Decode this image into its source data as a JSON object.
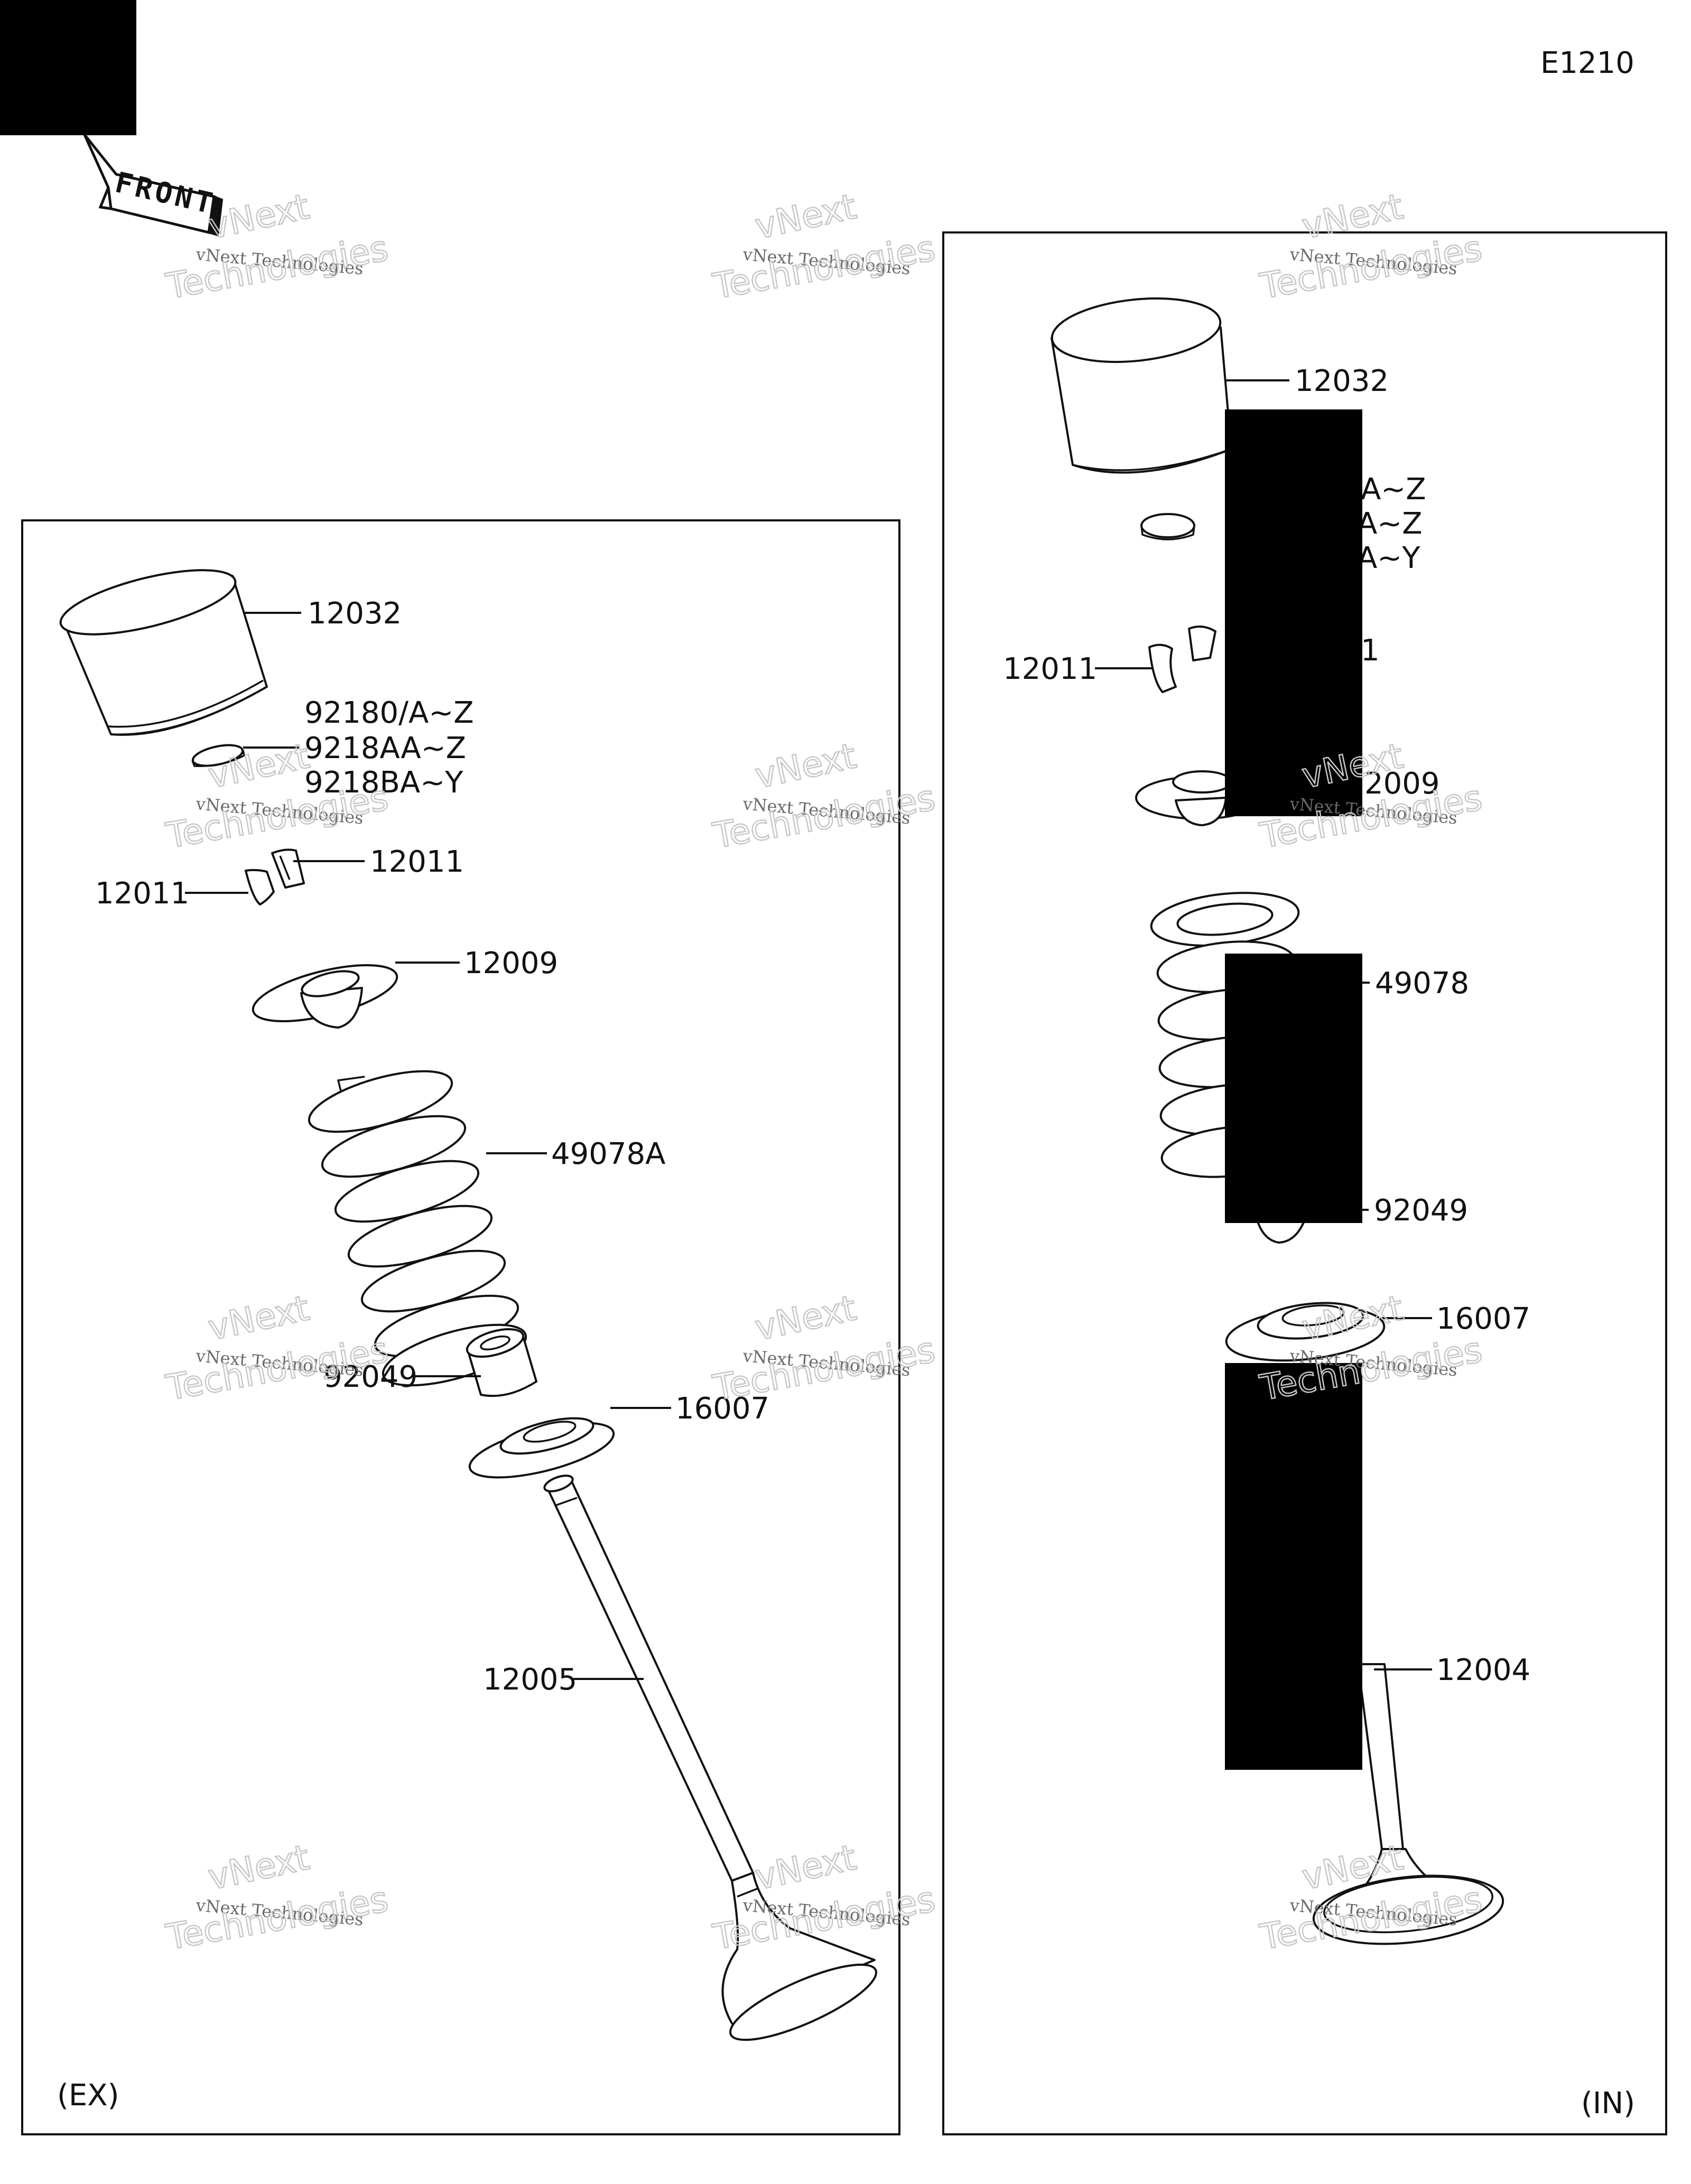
{
  "diagram_code": "E1210",
  "front_label": "FRONT",
  "watermark": {
    "line1": "vNext Technologies",
    "line2": "Technologies",
    "overlay": "vNext"
  },
  "exhaust": {
    "side_label": "(EX)",
    "callouts": {
      "lifter": "12032",
      "shim_1": "92180/A~Z",
      "shim_2": "9218AA~Z",
      "shim_3": "9218BA~Y",
      "cotter_right": "12011",
      "cotter_left": "12011",
      "retainer": "12009",
      "spring": "49078A",
      "seal": "92049",
      "spring_seat": "16007",
      "valve": "12005"
    }
  },
  "intake": {
    "side_label": "(IN)",
    "callouts": {
      "lifter": "12032",
      "shim_1": "A~Z",
      "shim_2": "A~Z",
      "shim_3": "A~Y",
      "cotter_right": "1",
      "cotter_left": "12011",
      "retainer": "2009",
      "spring": "49078",
      "seal": "92049",
      "spring_seat": "16007",
      "valve": "12004"
    }
  },
  "colors": {
    "ink": "#111111",
    "redaction": "#000000",
    "watermark": "#c8c8c8"
  }
}
